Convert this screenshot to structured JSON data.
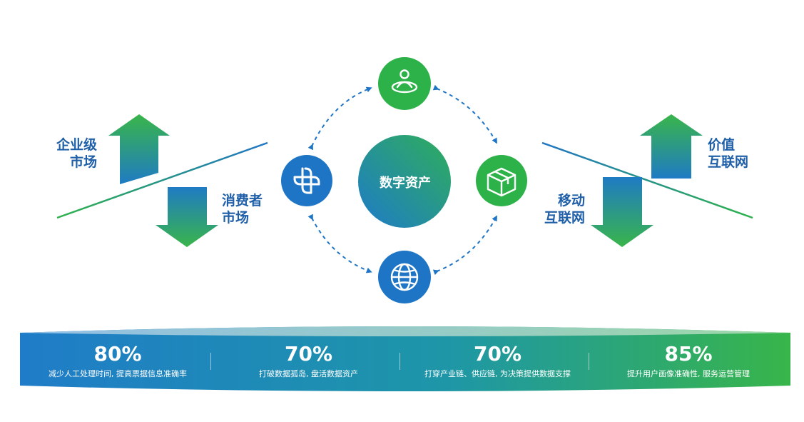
{
  "center": {
    "title": "数字资产"
  },
  "nodes": [
    {
      "name": "top",
      "icon": "user-circle-icon",
      "color": "#2db24a"
    },
    {
      "name": "left",
      "icon": "link-cross-icon",
      "color": "#1f75c5"
    },
    {
      "name": "right",
      "icon": "box-3d-icon",
      "color": "#2db24a"
    },
    {
      "name": "bottom",
      "icon": "globe-icon",
      "color": "#1f75c5"
    }
  ],
  "left_labels": {
    "up": {
      "line1": "企业级",
      "line2": "市场"
    },
    "down": {
      "line1": "消费者",
      "line2": "市场"
    }
  },
  "right_labels": {
    "up": {
      "line1": "价值",
      "line2": "互联网"
    },
    "down": {
      "line1": "移动",
      "line2": "互联网"
    }
  },
  "stats": [
    {
      "value": "80%",
      "desc": "减少人工处理时间, 提高票据信息准确率"
    },
    {
      "value": "70%",
      "desc": "打破数据孤岛, 盘活数据资产"
    },
    {
      "value": "70%",
      "desc": "打穿产业链、供应链, 为决策提供数据支撑"
    },
    {
      "value": "85%",
      "desc": "提升用户画像准确性, 服务运营管理"
    }
  ],
  "colors": {
    "green": "#2db24a",
    "blue": "#1f75c5",
    "text": "#1f5fa8"
  }
}
